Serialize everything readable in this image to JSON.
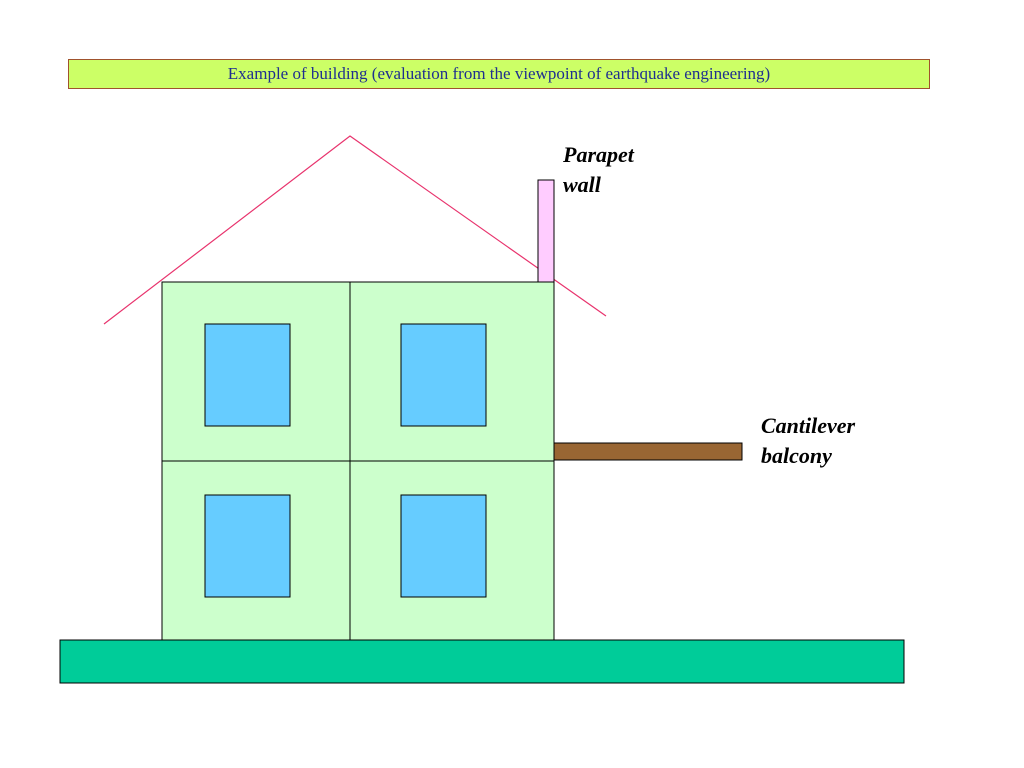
{
  "title": {
    "text": "Example of building (evaluation from the viewpoint of earthquake engineering)"
  },
  "labels": {
    "parapet": [
      "Parapet",
      "wall"
    ],
    "balcony": [
      "Cantilever",
      "balcony"
    ]
  },
  "colors": {
    "title_background": "#ccff66",
    "title_border": "#a0522d",
    "title_text": "#1f2f8f",
    "roof_line": "#e8336d",
    "building_wall": "#ccffcc",
    "window": "#66ccff",
    "parapet_wall": "#ffccff",
    "balcony": "#996633",
    "ground": "#00cc99",
    "outline": "#000000"
  },
  "building": {
    "floors": 2,
    "bays": 2
  }
}
